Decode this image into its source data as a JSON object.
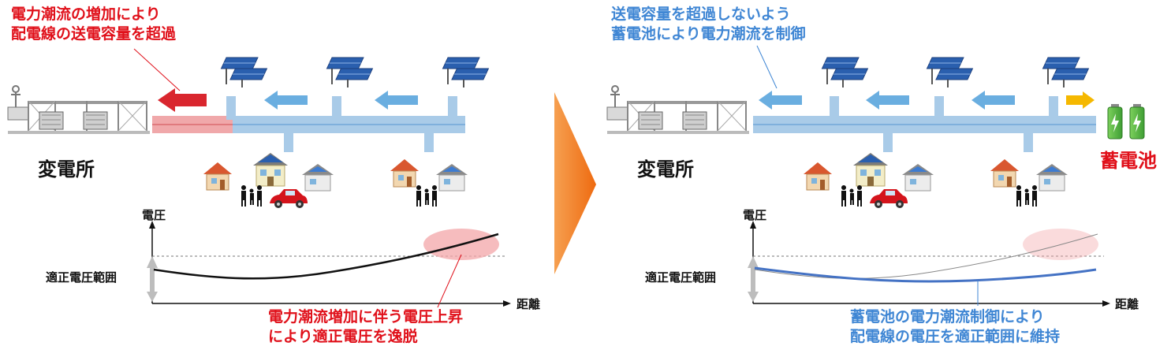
{
  "left_panel": {
    "callout_overload": [
      "電力潮流の増加により",
      "配電線の送電容量を超過"
    ],
    "substation_label": "変電所",
    "chart": {
      "y_label": "電圧",
      "x_label": "距離",
      "band_label": "適正電圧範囲"
    },
    "callout_voltage": [
      "電力潮流増加に伴う電圧上昇",
      "により適正電圧を逸脱"
    ]
  },
  "right_panel": {
    "callout_control": [
      "送電容量を超過しないよう",
      "蓄電池により電力潮流を制御"
    ],
    "substation_label": "変電所",
    "battery_label": "蓄電池",
    "chart": {
      "y_label": "電圧",
      "x_label": "距離",
      "band_label": "適正電圧範囲"
    },
    "callout_result": [
      "蓄電池の電力潮流制御により",
      "配電線の電圧を適正範囲に維持"
    ]
  },
  "colors": {
    "line_blue": "#a9cbe8",
    "line_red": "#f0a8aa",
    "arrow_blue": "#6aaee0",
    "arrow_red": "#d9262e",
    "arrow_yellow": "#f5b800",
    "transition_arrow": "#f07c1e",
    "battery_green": "#56b848"
  },
  "icons": [
    "substation-icon",
    "solar-panel-icon",
    "house-icon",
    "family-icon",
    "car-icon",
    "battery-icon"
  ]
}
